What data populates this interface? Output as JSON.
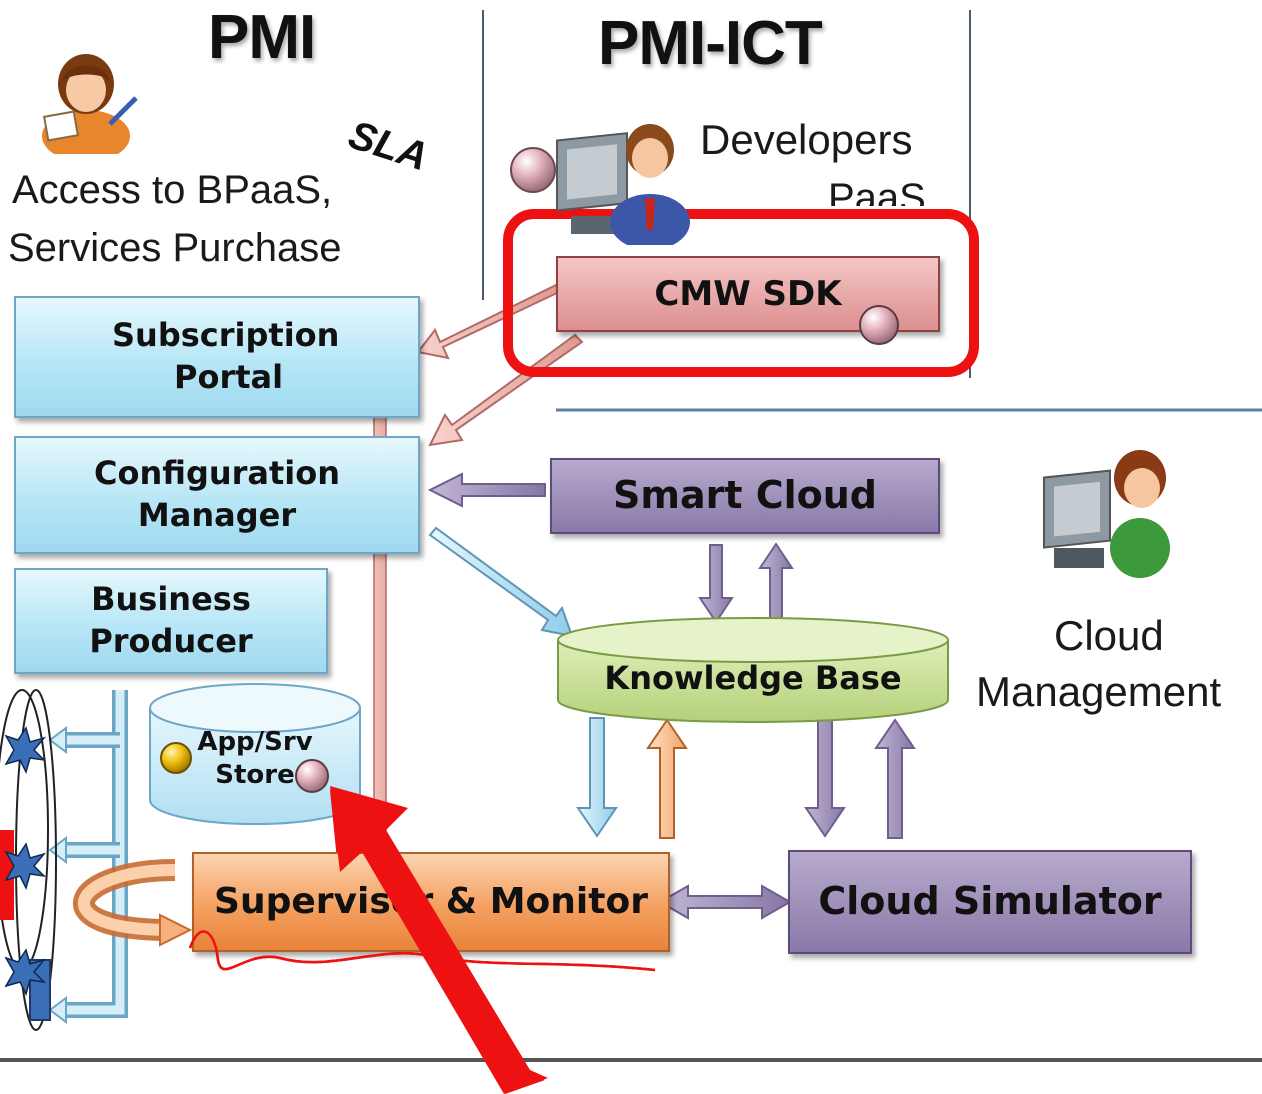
{
  "headings": {
    "pmi": "PMI",
    "pmi_ict": "PMI-ICT"
  },
  "labels": {
    "access": "Access to BPaaS,",
    "purchase": "Services Purchase",
    "sla": "SLA",
    "developers": "Developers",
    "paas": "PaaS",
    "cloud": "Cloud",
    "management": "Management"
  },
  "boxes": {
    "subscription_line1": "Subscription",
    "subscription_line2": "Portal",
    "configuration_line1": "Configuration",
    "configuration_line2": "Manager",
    "business_line1": "Business",
    "business_line2": "Producer",
    "cmw_sdk": "CMW SDK",
    "smart_cloud": "Smart Cloud",
    "knowledge_base": "Knowledge Base",
    "app_store_line1": "App/Srv",
    "app_store_line2": "Store",
    "supervisor_monitor": "Supervisor & Monitor",
    "cloud_simulator": "Cloud Simulator"
  },
  "colors": {
    "highlight_red": "#ee1111",
    "blue_box": "#b7e6f6",
    "purple_box": "#8a79a8",
    "pink_box": "#dc8f8f",
    "orange_box": "#f4a060",
    "green_db": "#c6dc8a"
  },
  "icons": [
    "user-woman-icon",
    "developer-computer-icon",
    "cloud-admin-computer-icon",
    "database-icon",
    "ball-connector-icon"
  ]
}
